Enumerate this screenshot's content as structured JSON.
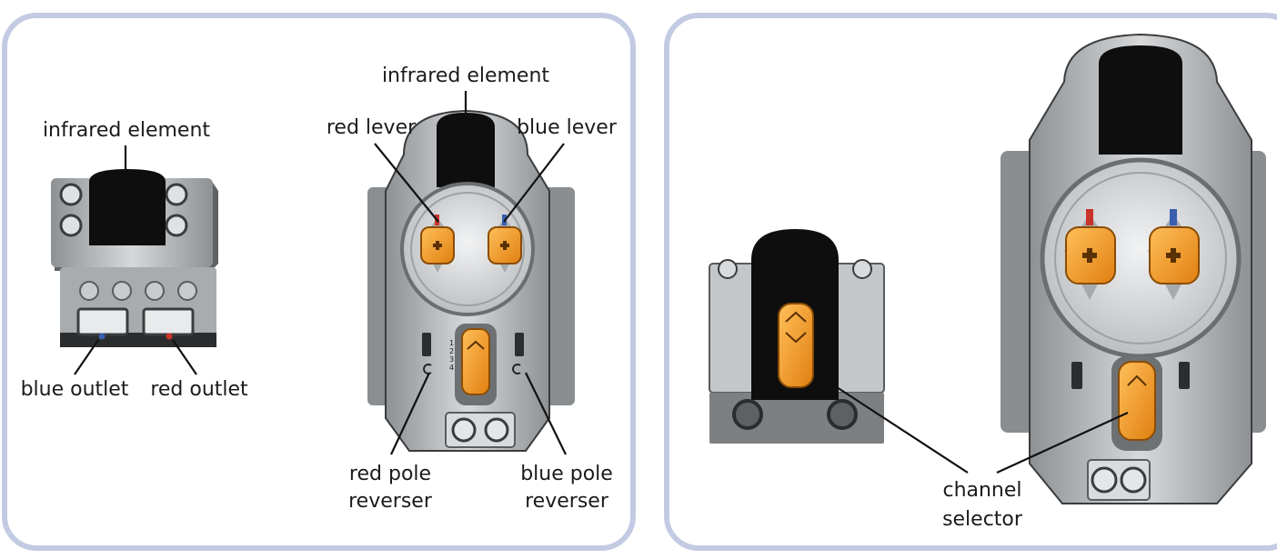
{
  "labels": {
    "ir_left": "infrared element",
    "blue_outlet": "blue outlet",
    "red_outlet": "red outlet",
    "ir_remote": "infrared element",
    "red_lever": "red lever",
    "blue_lever": "blue lever",
    "red_pole_1": "red pole",
    "red_pole_2": "reverser",
    "blue_pole_1": "blue pole",
    "blue_pole_2": "reverser",
    "channel_1": "channel",
    "channel_2": "selector"
  },
  "dial_numbers": [
    "1",
    "2",
    "3",
    "4"
  ],
  "colors": {
    "panel_border": "#c3cbe3",
    "body_gray": "#c4c7ca",
    "dark_gray": "#5a5c5e",
    "black": "#111111",
    "orange": "#f39a22",
    "red_indicator": "#c8342a",
    "blue_indicator": "#3a5fb0"
  }
}
